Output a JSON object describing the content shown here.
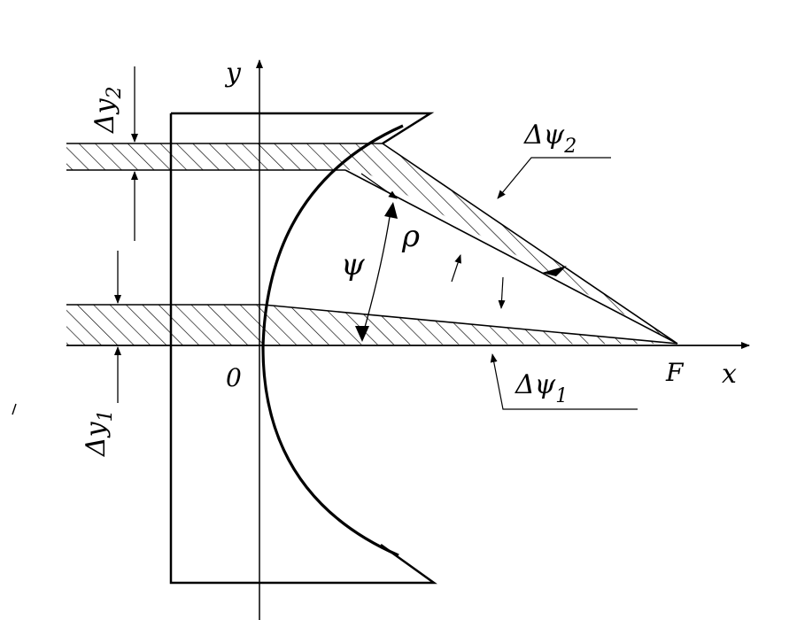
{
  "labels": {
    "y_axis": "y",
    "x_axis": "x",
    "origin": "0",
    "focus": "F",
    "psi": "ψ",
    "rho": "ρ",
    "delta_psi_2_main": "Δψ",
    "delta_psi_2_sub": "2",
    "delta_psi_1_main": "Δψ",
    "delta_psi_1_sub": "1",
    "delta_y_2_main": "Δy",
    "delta_y_2_sub": "2",
    "delta_y_1_main": "Δy",
    "delta_y_1_sub": "1"
  },
  "colors": {
    "ink": "#000000",
    "paper": "#ffffff"
  }
}
